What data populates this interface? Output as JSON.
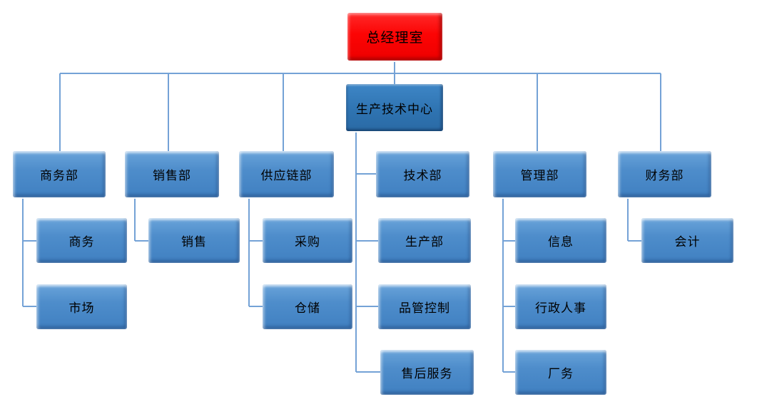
{
  "colors": {
    "root_fill": "#fe0000",
    "hub_fill": "#2e74b5",
    "node_fill": "#4a8bc8",
    "connector": "#74a2d6",
    "text": "#000000"
  },
  "org": {
    "root": {
      "label": "总经理室"
    },
    "hub": {
      "label": "生产技术中心",
      "children": [
        {
          "label": "技术部"
        },
        {
          "label": "生产部"
        },
        {
          "label": "品管控制"
        },
        {
          "label": "售后服务"
        }
      ]
    },
    "departments": [
      {
        "label": "商务部",
        "children": [
          {
            "label": "商务"
          },
          {
            "label": "市场"
          }
        ]
      },
      {
        "label": "销售部",
        "children": [
          {
            "label": "销售"
          }
        ]
      },
      {
        "label": "供应链部",
        "children": [
          {
            "label": "采购"
          },
          {
            "label": "仓储"
          }
        ]
      },
      {
        "label": "管理部",
        "children": [
          {
            "label": "信息"
          },
          {
            "label": "行政人事"
          },
          {
            "label": "厂务"
          }
        ]
      },
      {
        "label": "财务部",
        "children": [
          {
            "label": "会计"
          }
        ]
      }
    ]
  }
}
